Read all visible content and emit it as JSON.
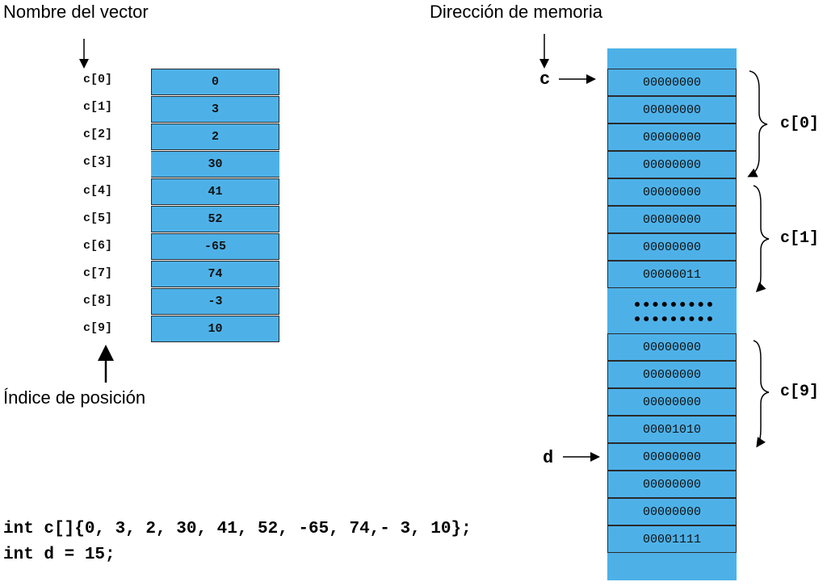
{
  "captions": {
    "vector_name": "Nombre del vector",
    "memory_address": "Dirección de memoria",
    "position_index": "Índice de posición"
  },
  "vector": {
    "indices": [
      "c[0]",
      "c[1]",
      "c[2]",
      "c[3]",
      "c[4]",
      "c[5]",
      "c[6]",
      "c[7]",
      "c[8]",
      "c[9]"
    ],
    "values": [
      "0",
      "3",
      "2",
      "30",
      "41",
      "52",
      "-65",
      "74",
      "-3",
      "10"
    ]
  },
  "memory": {
    "c_group_0": [
      "00000000",
      "00000000",
      "00000000",
      "00000000"
    ],
    "c_group_1": [
      "00000000",
      "00000000",
      "00000000",
      "00000011"
    ],
    "c_group_9": [
      "00000000",
      "00000000",
      "00000000",
      "00001010"
    ],
    "d_group": [
      "00000000",
      "00000000",
      "00000000",
      "00001111"
    ]
  },
  "group_labels": [
    "c[0]",
    "c[1]",
    "c[9]"
  ],
  "pointers": {
    "c": "c",
    "d": "d"
  },
  "code": {
    "line1": "int c[]{0, 3, 2, 30, 41, 52, -65, 74,- 3, 10};",
    "line2": "int d = 15;"
  },
  "colors": {
    "cell_fill": "#4db1e8",
    "border": "#2a2a2a"
  }
}
